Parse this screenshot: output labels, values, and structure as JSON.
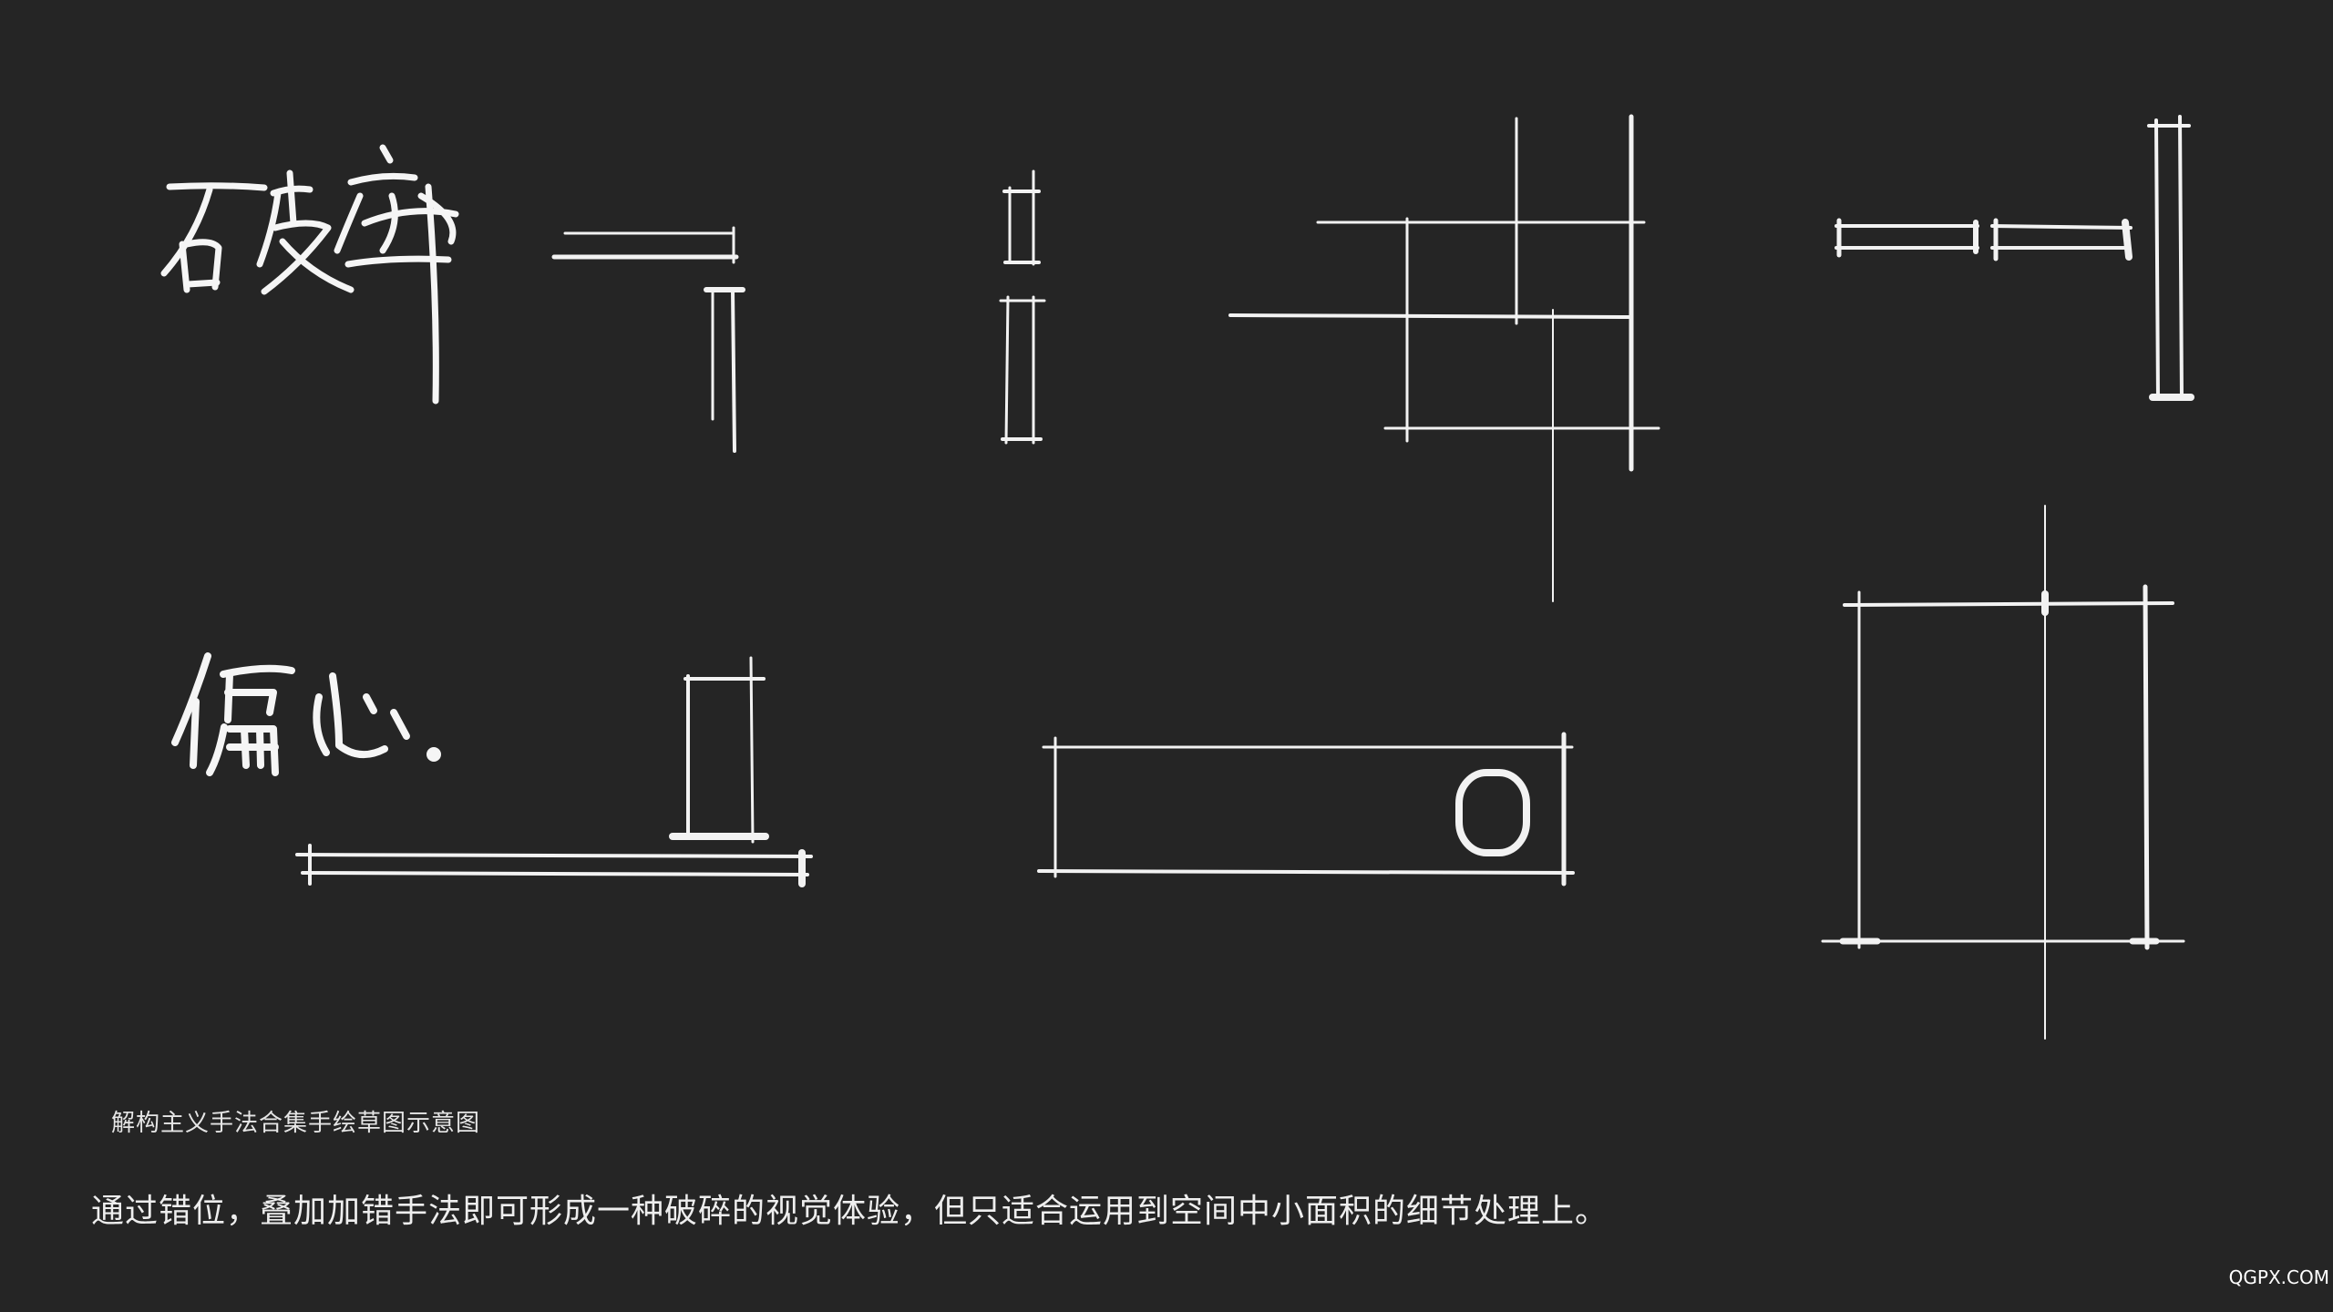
{
  "caption": "解构主义手法合集手绘草图示意图",
  "description": "通过错位，叠加加错手法即可形成一种破碎的视觉体验，但只适合运用到空间中小面积的细节处理上。",
  "watermark": "QGPX.COM",
  "handwritten_labels": [
    "破碎",
    "偏心."
  ],
  "colors": {
    "background": "#252525",
    "stroke": "#f2f2f2",
    "text": "#eeeeee"
  }
}
